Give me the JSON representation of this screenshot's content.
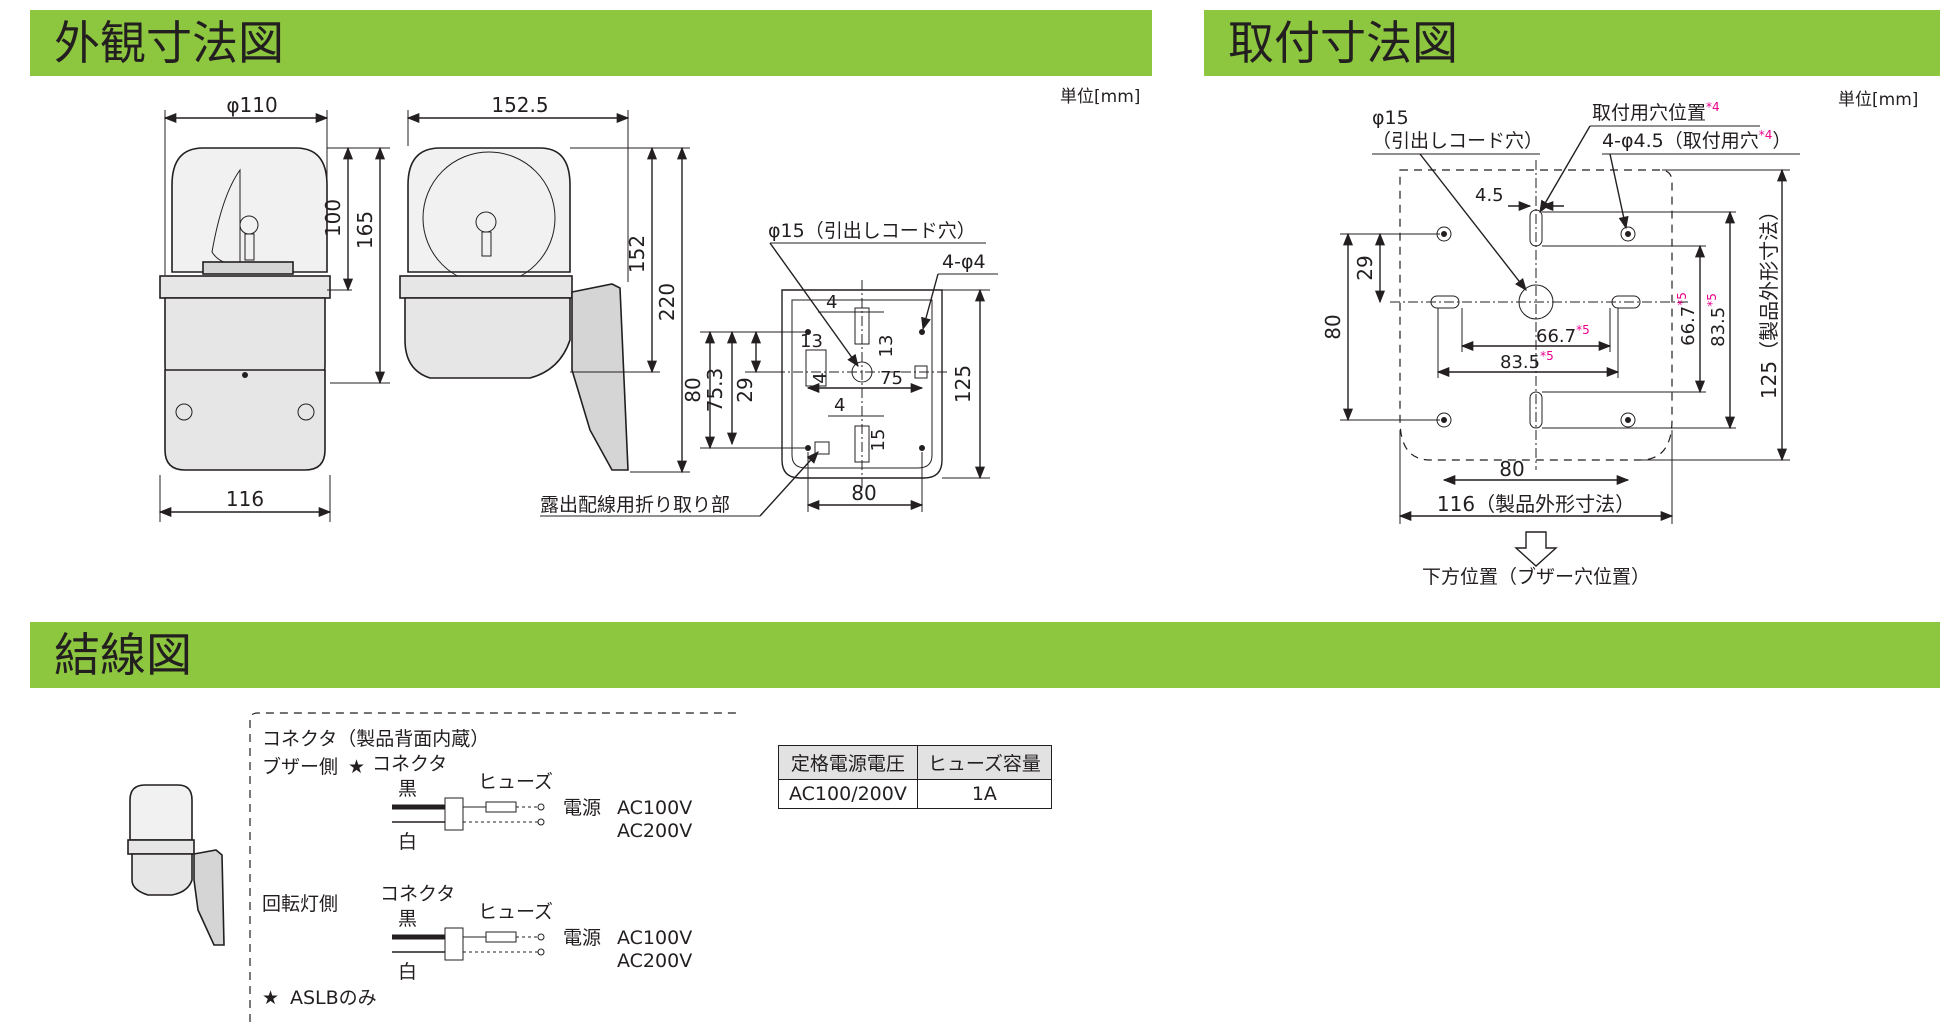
{
  "sections": {
    "outer": "外観寸法図",
    "mount": "取付寸法図",
    "wiring": "結線図"
  },
  "unit_label": "単位[mm]",
  "outer_dims": {
    "phi110": "φ110",
    "w1525": "152.5",
    "h100": "100",
    "h165": "165",
    "h152": "152",
    "h220": "220",
    "w116": "116",
    "phi15_label": "φ15（引出しコード穴）",
    "holes": "4-φ4",
    "d4a": "4",
    "d13a": "13",
    "d13b": "13",
    "d4b": "4",
    "d75": "75",
    "d4c": "4",
    "d15": "15",
    "d753": "75.3",
    "d80v": "80",
    "d29": "29",
    "d125": "125",
    "d80h": "80",
    "knockout": "露出配線用折り取り部"
  },
  "mount_dims": {
    "phi15": "φ15",
    "phi15_sub": "（引出しコード穴）",
    "mount_pos": "取付用穴位置",
    "mount_pos_note": "*4",
    "holes": "4-φ4.5（取付用穴",
    "holes_note": "*4",
    "holes_close": "）",
    "d45": "4.5",
    "d29": "29",
    "d80v": "80",
    "d667a": "66.7",
    "d667a_note": "*5",
    "d835a": "83.5",
    "d835a_note": "*5",
    "d667v": "66.7",
    "d667v_note": "*5",
    "d835v": "83.5",
    "d835v_note": "*5",
    "d125": "125（製品外形寸法）",
    "d80h": "80",
    "d116": "116（製品外形寸法）",
    "down": "下方位置（ブザー穴位置）"
  },
  "wiring": {
    "connector_title": "コネクタ（製品背面内蔵）",
    "buzzer_side": "ブザー側",
    "star": "★",
    "connector": "コネクタ",
    "black": "黒",
    "white": "白",
    "fuse": "ヒューズ",
    "power": "電源",
    "ac100": "AC100V",
    "ac200": "AC200V",
    "rotary_side": "回転灯側",
    "footnote": "ASLBのみ",
    "star_color": "#ec008c"
  },
  "spec_table": {
    "headers": [
      "定格電源電圧",
      "ヒューズ容量"
    ],
    "rows": [
      [
        "AC100/200V",
        "1A"
      ]
    ]
  },
  "colors": {
    "band": "#8dc63f",
    "note": "#ec008c"
  }
}
